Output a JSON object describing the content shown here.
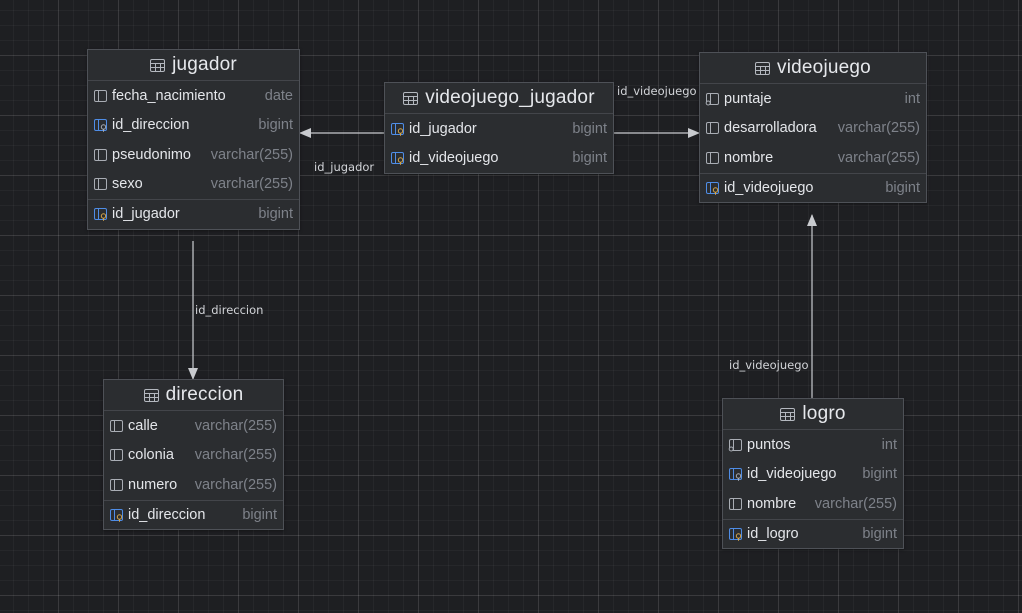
{
  "tables": {
    "jugador": {
      "title": "jugador",
      "columns": [
        {
          "name": "fecha_nacimiento",
          "type": "date",
          "icon": "column-icon"
        },
        {
          "name": "id_direccion",
          "type": "bigint",
          "icon": "foreign-key-icon"
        },
        {
          "name": "pseudonimo",
          "type": "varchar(255)",
          "icon": "column-icon"
        },
        {
          "name": "sexo",
          "type": "varchar(255)",
          "icon": "column-icon"
        },
        {
          "name": "id_jugador",
          "type": "bigint",
          "icon": "primary-key-icon"
        }
      ]
    },
    "videojuego_jugador": {
      "title": "videojuego_jugador",
      "columns": [
        {
          "name": "id_jugador",
          "type": "bigint",
          "icon": "primary-foreign-key-icon"
        },
        {
          "name": "id_videojuego",
          "type": "bigint",
          "icon": "primary-foreign-key-icon"
        }
      ]
    },
    "videojuego": {
      "title": "videojuego",
      "columns": [
        {
          "name": "puntaje",
          "type": "int",
          "icon": "not-null-column-icon"
        },
        {
          "name": "desarrolladora",
          "type": "varchar(255)",
          "icon": "column-icon"
        },
        {
          "name": "nombre",
          "type": "varchar(255)",
          "icon": "column-icon"
        },
        {
          "name": "id_videojuego",
          "type": "bigint",
          "icon": "primary-key-icon"
        }
      ]
    },
    "direccion": {
      "title": "direccion",
      "columns": [
        {
          "name": "calle",
          "type": "varchar(255)",
          "icon": "column-icon"
        },
        {
          "name": "colonia",
          "type": "varchar(255)",
          "icon": "column-icon"
        },
        {
          "name": "numero",
          "type": "varchar(255)",
          "icon": "column-icon"
        },
        {
          "name": "id_direccion",
          "type": "bigint",
          "icon": "primary-key-icon"
        }
      ]
    },
    "logro": {
      "title": "logro",
      "columns": [
        {
          "name": "puntos",
          "type": "int",
          "icon": "not-null-column-icon"
        },
        {
          "name": "id_videojuego",
          "type": "bigint",
          "icon": "foreign-key-icon"
        },
        {
          "name": "nombre",
          "type": "varchar(255)",
          "icon": "column-icon"
        },
        {
          "name": "id_logro",
          "type": "bigint",
          "icon": "primary-key-icon"
        }
      ]
    }
  },
  "relations": [
    {
      "label": "id_jugador"
    },
    {
      "label": "id_videojuego"
    },
    {
      "label": "id_direccion"
    },
    {
      "label": "id_videojuego"
    }
  ],
  "colors": {
    "background": "#1e1f22",
    "table_bg": "#2b2d30",
    "key_icon": "#4f8de6",
    "key_accent": "#d6a64a",
    "edge": "#c9cbcf"
  }
}
